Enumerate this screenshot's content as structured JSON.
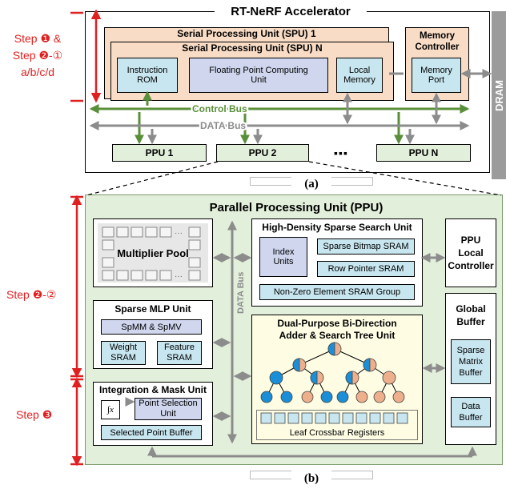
{
  "steps": {
    "step1_line1": "Step ❶ &",
    "step1_line2": "Step ❷-①",
    "step1_line3": "a/b/c/d",
    "step2": "Step ❷-②",
    "step3": "Step ❸"
  },
  "accel": {
    "title": "RT-NeRF Accelerator",
    "spu1": "Serial Processing Unit (SPU) 1",
    "spuN": "Serial Processing Unit (SPU) N",
    "instruction_rom": "Instruction ROM",
    "fp_unit": "Floating Point Computing Unit",
    "local_memory": "Local Memory",
    "memctrl_title": "Memory Controller",
    "memory_port": "Memory Port",
    "dram": "DRAM",
    "control_bus": "Control Bus",
    "data_bus": "DATA Bus",
    "ppu1": "PPU 1",
    "ppu2": "PPU 2",
    "ellipsis": "▪▪▪",
    "ppuN": "PPU N",
    "caption": "(a)"
  },
  "ppu": {
    "title": "Parallel Processing Unit (PPU)",
    "multiplier_pool": "Multiplier Pool",
    "data_bus": "DATA Bus",
    "hd_title": "High-Density Sparse Search Unit",
    "index_units": "Index Units",
    "sparse_bitmap": "Sparse Bitmap SRAM",
    "row_pointer": "Row Pointer SRAM",
    "nonzero": "Non-Zero Element SRAM Group",
    "local_ctrl": "PPU Local Controller",
    "mlp_title": "Sparse MLP Unit",
    "spmm": "SpMM & SpMV",
    "weight_sram": "Weight SRAM",
    "feature_sram": "Feature SRAM",
    "dp_title1": "Dual-Purpose Bi-Direction",
    "dp_title2": "Adder & Search Tree Unit",
    "leaf_crossbar": "Leaf Crossbar Registers",
    "global_buffer": "Global Buffer",
    "sparse_matrix_buffer": "Sparse Matrix Buffer",
    "data_buffer": "Data Buffer",
    "int_title": "Integration & Mask Unit",
    "integral": "∫x",
    "point_selection": "Point Selection Unit",
    "selected_point": "Selected Point Buffer",
    "caption": "(b)"
  },
  "colors": {
    "step_red": "#e02020",
    "bus_green": "#5a8f3a",
    "bus_gray": "#8c8c8c",
    "ppu_background": "#e2efda",
    "module_blue": "#c8e6f0",
    "spu_tan": "#f8dcc6",
    "node_blue": "#1a8fd8",
    "node_salmon": "#eeb08c"
  }
}
